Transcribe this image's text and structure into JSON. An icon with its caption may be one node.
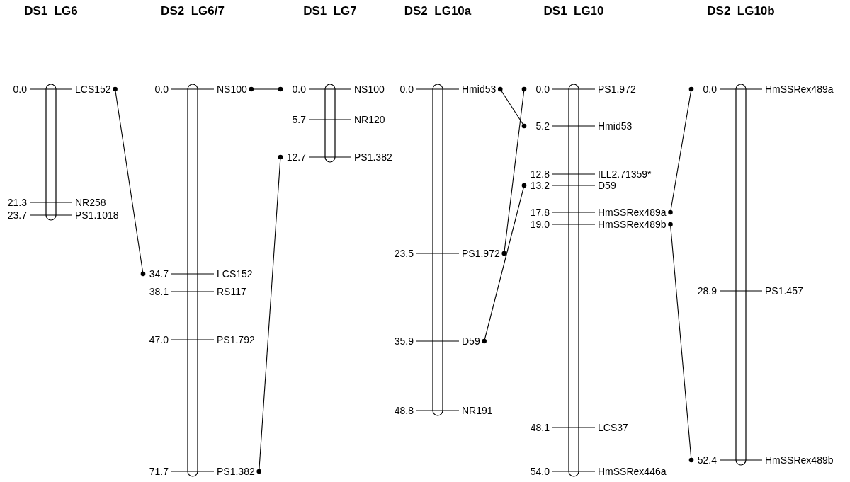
{
  "diagram": {
    "nodes": [
      {
        "text": [],
        "shape": "bar"
      },
      {
        "text": [
          "0.0",
          "LCS152"
        ]
      },
      {
        "text": [
          "21.3",
          "NR258"
        ]
      },
      {
        "text": [
          "23.7",
          "PS1.1018"
        ]
      },
      {
        "text": [],
        "shape": "bar"
      },
      {
        "text": [
          "0.0",
          "NS100"
        ]
      },
      {
        "text": [
          "34.7",
          "LCS152"
        ]
      },
      {
        "text": [
          "38.1",
          "RS117"
        ]
      },
      {
        "text": [
          "47.0",
          "PS1.792"
        ]
      },
      {
        "text": [
          "71.7",
          "PS1.382"
        ]
      },
      {
        "text": [],
        "shape": "bar"
      },
      {
        "text": [
          "0.0",
          "NS100"
        ]
      },
      {
        "text": [
          "5.7",
          "NR120"
        ]
      },
      {
        "text": [
          "12.7",
          "PS1.382"
        ]
      },
      {
        "text": [],
        "shape": "bar"
      },
      {
        "text": [
          "0.0",
          "Hmid53"
        ]
      },
      {
        "text": [
          "23.5",
          "PS1.972"
        ]
      },
      {
        "text": [
          "35.9",
          "D59"
        ]
      },
      {
        "text": [
          "48.8",
          "NR191"
        ]
      },
      {
        "text": [],
        "shape": "bar"
      },
      {
        "text": [
          "0.0",
          "PS1.972"
        ]
      },
      {
        "text": [
          "5.2",
          "Hmid53"
        ]
      },
      {
        "text": [
          "12.8",
          "ILL2.71359*"
        ]
      },
      {
        "text": [
          "13.2",
          "D59"
        ]
      },
      {
        "text": [
          "17.8",
          "HmSSRex489a"
        ]
      },
      {
        "text": [
          "19.0",
          "HmSSRex489b"
        ]
      },
      {
        "text": [
          "48.1",
          "LCS37"
        ]
      },
      {
        "text": [
          "54.0",
          "HmSSRex446a"
        ]
      },
      {
        "text": [],
        "shape": "bar"
      },
      {
        "text": [
          "0.0",
          "HmSSRex489a"
        ]
      },
      {
        "text": [
          "28.9",
          "PS1.457"
        ]
      },
      {
        "text": [
          "52.4",
          "HmSSRex489b"
        ]
      }
    ],
    "edges": [
      {
        "from": 1,
        "to": 6,
        "arrow": "other"
      },
      {
        "from": 5,
        "to": 11,
        "arrow": "other"
      },
      {
        "from": 9,
        "to": 13,
        "arrow": "other"
      },
      {
        "from": 15,
        "to": 21,
        "arrow": "other"
      },
      {
        "from": 16,
        "to": 20,
        "arrow": "other"
      },
      {
        "from": 17,
        "to": 23,
        "arrow": "other"
      },
      {
        "from": 24,
        "to": 29,
        "arrow": "other"
      },
      {
        "from": 25,
        "to": 31,
        "arrow": "other"
      }
    ],
    "labels": [
      "DS1_LG6",
      "DS2_LG6/7",
      "DS1_LG7",
      "DS2_LG10a",
      "DS1_LG10",
      "DS2_LG10b"
    ]
  }
}
